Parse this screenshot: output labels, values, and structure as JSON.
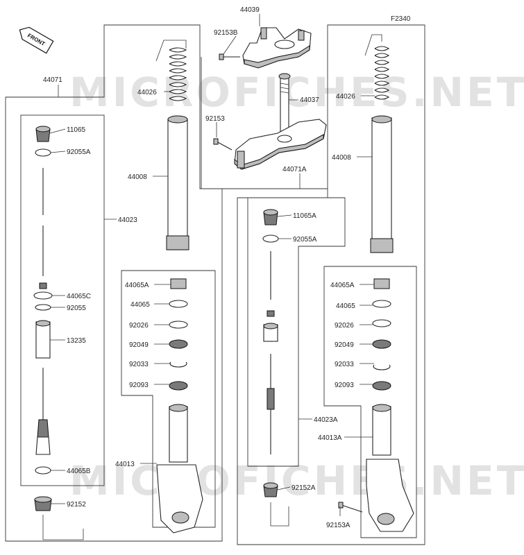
{
  "diagram_id": "F2340",
  "watermark": "MICROFICHES.NET",
  "front_badge": "FRONT",
  "labels": {
    "l44039": "44039",
    "l92153B": "92153B",
    "l44037": "44037",
    "l92153": "92153",
    "l44071": "44071",
    "l44071A": "44071A",
    "l11065": "11065",
    "l92055A": "92055A",
    "l44023": "44023",
    "l44065C": "44065C",
    "l92055": "92055",
    "l13235": "13235",
    "l44065B": "44065B",
    "l92152": "92152",
    "l44026_l": "44026",
    "l44008_l": "44008",
    "l44065A_l": "44065A",
    "l44065_l": "44065",
    "l92026_l": "92026",
    "l92049_l": "92049",
    "l92033_l": "92033",
    "l92093_l": "92093",
    "l44013": "44013",
    "l11065A": "11065A",
    "l92055A_c": "92055A",
    "l44023A": "44023A",
    "l92152A": "92152A",
    "l44026_r": "44026",
    "l44008_r": "44008",
    "l44065A_r": "44065A",
    "l44065_r": "44065",
    "l92026_r": "92026",
    "l92049_r": "92049",
    "l92033_r": "92033",
    "l92093_r": "92093",
    "l44013A": "44013A",
    "l92153A": "92153A"
  }
}
